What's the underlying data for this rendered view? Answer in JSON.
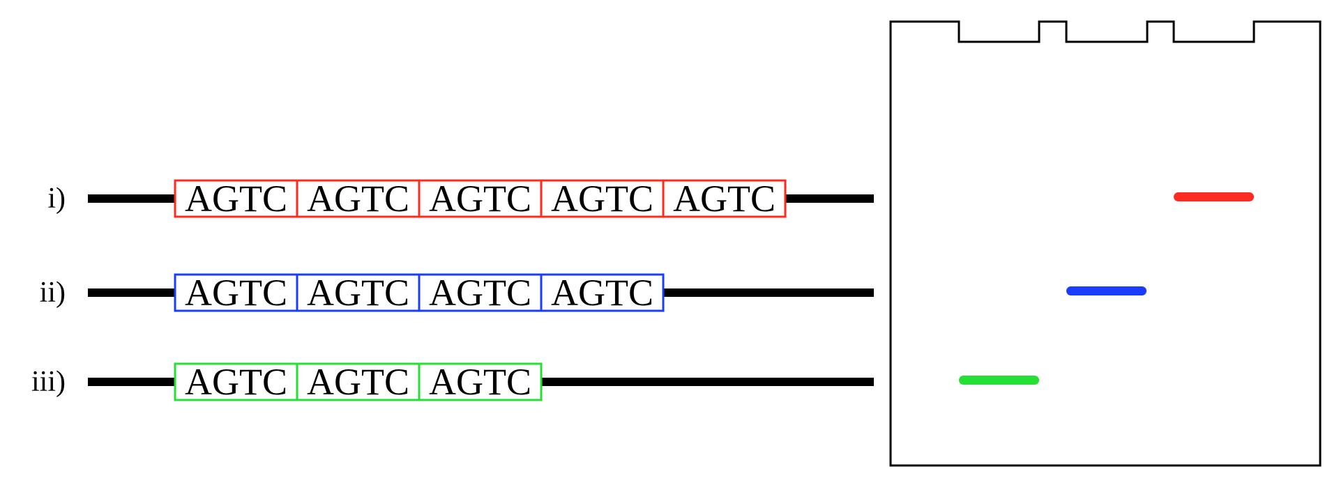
{
  "colors": {
    "red": "#ff2a1f",
    "blue": "#1a3cff",
    "green": "#23e032",
    "line": "#000000"
  },
  "rows": [
    {
      "label": "i)",
      "color": "red",
      "repeats": [
        "AGTC",
        "AGTC",
        "AGTC",
        "AGTC",
        "AGTC"
      ]
    },
    {
      "label": "ii)",
      "color": "blue",
      "repeats": [
        "AGTC",
        "AGTC",
        "AGTC",
        "AGTC"
      ]
    },
    {
      "label": "iii)",
      "color": "green",
      "repeats": [
        "AGTC",
        "AGTC",
        "AGTC"
      ]
    }
  ],
  "gel": {
    "wells": 3,
    "bands": [
      {
        "row": "i)",
        "color": "red",
        "lane": 3
      },
      {
        "row": "ii)",
        "color": "blue",
        "lane": 2
      },
      {
        "row": "iii)",
        "color": "green",
        "lane": 1
      }
    ]
  }
}
